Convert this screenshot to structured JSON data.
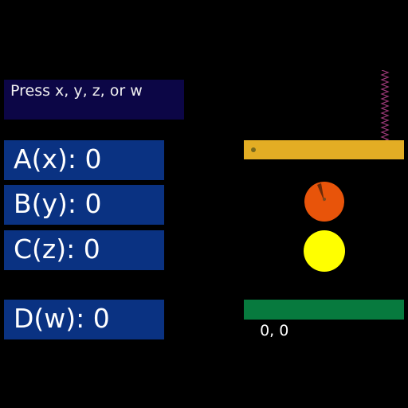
{
  "prompt": {
    "text": "Press x, y, z, or w"
  },
  "counters": [
    {
      "label": "A(x): ",
      "value": "0"
    },
    {
      "label": "B(y): ",
      "value": "0"
    },
    {
      "label": "C(z): ",
      "value": "0"
    },
    {
      "label": "D(w): ",
      "value": "0"
    }
  ],
  "coords": {
    "text": "0, 0"
  },
  "colors": {
    "background": "#000000",
    "prompt_bg": "#0c0646",
    "counter_bg": "#0a3282",
    "bar_color": "#e3ad24",
    "spring_color": "#9e3a7a",
    "clock_color": "#e8540a",
    "ball_color": "#ffff00",
    "coords_bg": "#077a3e"
  }
}
